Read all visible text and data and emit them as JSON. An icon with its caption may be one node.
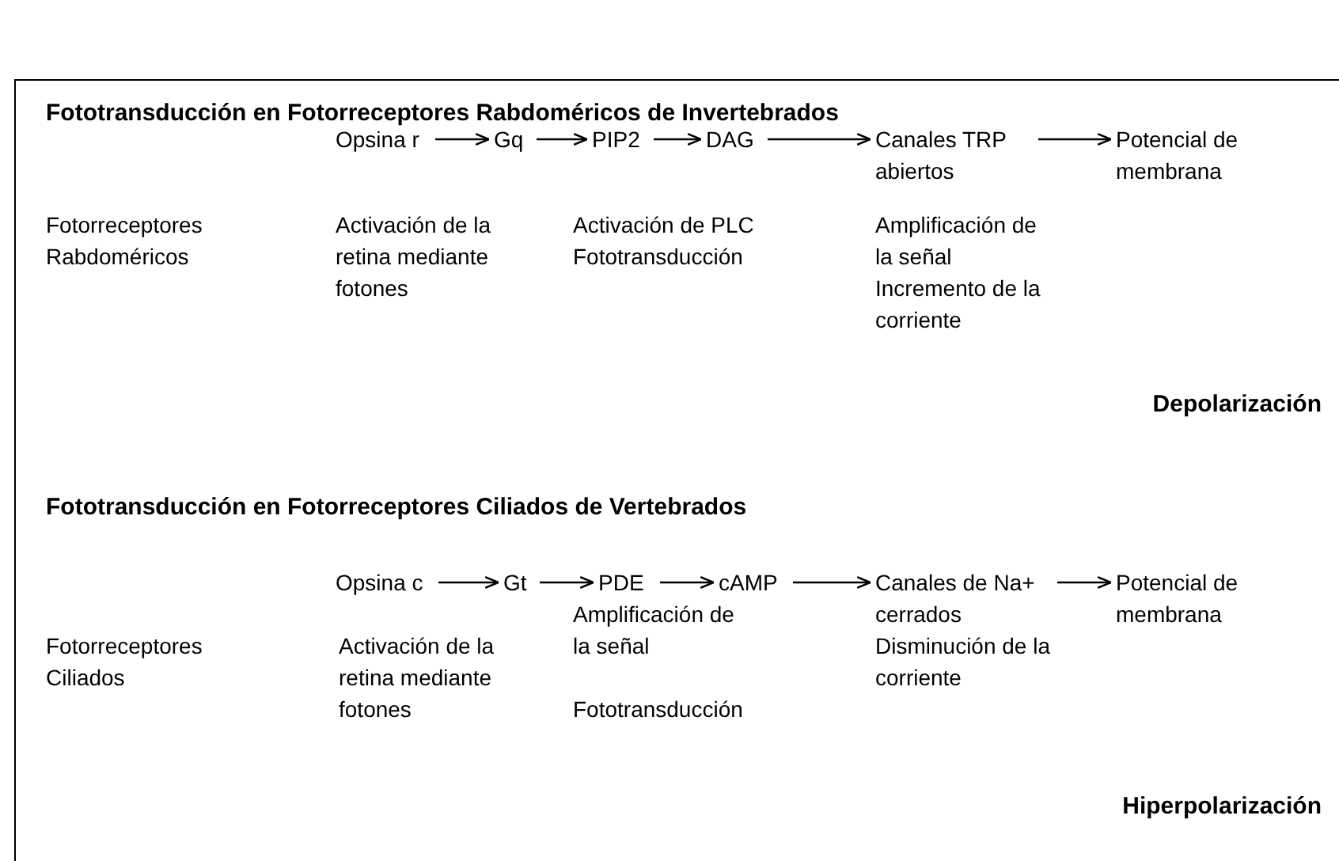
{
  "diagram": {
    "nodes": [
      {
        "text": [
          "Opsina r"
        ]
      },
      {
        "text": [
          "Gq"
        ]
      },
      {
        "text": [
          "PIP2"
        ]
      },
      {
        "text": [
          "DAG"
        ]
      },
      {
        "text": [
          "Canales TRP abiertos"
        ]
      },
      {
        "text": [
          "Potencial de membrana"
        ]
      },
      {
        "text": [
          "Opsina c"
        ]
      },
      {
        "text": [
          "Gt"
        ]
      },
      {
        "text": [
          "PDE"
        ]
      },
      {
        "text": [
          "cAMP"
        ]
      },
      {
        "text": [
          "Canales de Na+ cerrados"
        ]
      },
      {
        "text": [
          "Potencial de membrana"
        ]
      }
    ],
    "edges": [
      {
        "from": 0,
        "to": 1,
        "arrow": "to"
      },
      {
        "from": 1,
        "to": 2,
        "arrow": "to"
      },
      {
        "from": 2,
        "to": 3,
        "arrow": "to"
      },
      {
        "from": 3,
        "to": 4,
        "arrow": "to"
      },
      {
        "from": 4,
        "to": 5,
        "arrow": "to"
      },
      {
        "from": 6,
        "to": 7,
        "arrow": "to"
      },
      {
        "from": 7,
        "to": 8,
        "arrow": "to"
      },
      {
        "from": 8,
        "to": 9,
        "arrow": "to"
      },
      {
        "from": 9,
        "to": 10,
        "arrow": "to"
      },
      {
        "from": 10,
        "to": 11,
        "arrow": "to"
      }
    ],
    "labels": [
      "Fototransducción en Fotorreceptores Rabdoméricos de Invertebrados",
      "Fotorreceptores Rabdoméricos",
      "Activación de la retina mediante fotones",
      "Activación de PLC",
      "Fototransducción",
      "Amplificación de la señal",
      "Incremento de la corriente",
      "Depolarización",
      "Fototransducción en Fotorreceptores Ciliados de Vertebrados",
      "Amplificación de la señal",
      "Fotorreceptores Ciliados",
      "Activación de la retina mediante fotones",
      "Disminución de la corriente",
      "Fototransducción",
      "Hiperpolarización"
    ]
  }
}
